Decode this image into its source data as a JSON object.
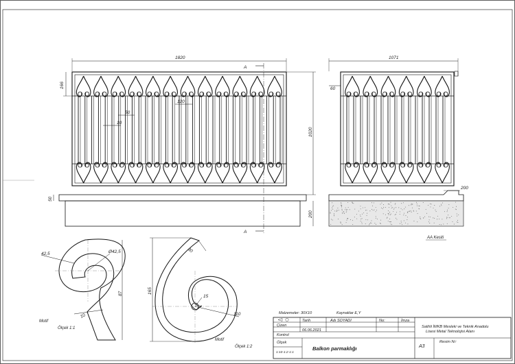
{
  "front_view": {
    "width_dim": "1820",
    "top_band_dim": "166",
    "bar_gap_dim": "50",
    "bar_width_dim": "10",
    "bar_length_dim": "120",
    "base_dim": "50",
    "wall_dim": "200",
    "height_dim": "1020",
    "section_marker": "A"
  },
  "side_view": {
    "width_dim": "1071",
    "top_dim": "60",
    "floor_dim": "200",
    "caption": "AA Kesiti"
  },
  "motif_1": {
    "label": "Motif",
    "scale": "Ölçek 1:1",
    "dim_radius_a": "42,5",
    "dim_radius_b": "Ø42,5",
    "dim_height": "87",
    "dim_thickness": "10"
  },
  "motif_2": {
    "label": "Motif",
    "scale": "Ölçek 1:2",
    "dim_height": "165",
    "dim_top": "30",
    "dim_inner": "15",
    "dim_radius": "110"
  },
  "title_block": {
    "materials": "Malzemeler: 30X10",
    "welding": "Kaynaklar E,Y",
    "col_date": "Tarih",
    "col_name": "Adı SOYADI",
    "col_no": "No:",
    "col_sign": "İmza",
    "row_drawn": "Çizen",
    "row_control": "Kontrol",
    "date": "06.06.2021",
    "scale_label": "Ölçek",
    "scale_value": "1:10-1:2-1:1",
    "title": "Balkon parmaklığı",
    "school_line1": "Salihli İMKB Mesleki ve Teknik Anadolu",
    "school_line2": "Lisesi Metal Teknolojisi Alanı",
    "paper": "A3",
    "sheet_no_label": "Resim Nr:"
  }
}
